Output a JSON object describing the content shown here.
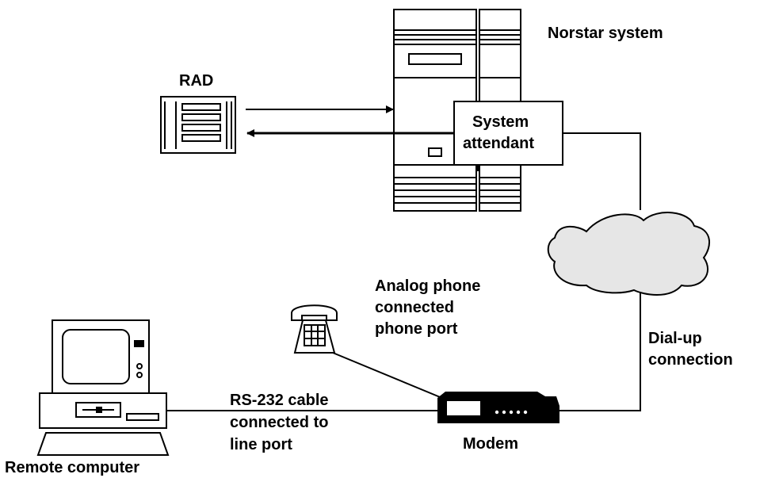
{
  "labels": {
    "norstar": "Norstar system",
    "rad": "RAD",
    "system_attendant": [
      "System",
      "attendant"
    ],
    "analog_phone": [
      "Analog phone",
      "connected",
      "phone port"
    ],
    "dialup": [
      "Dial-up",
      "connection"
    ],
    "rs232": [
      "RS-232 cable",
      "connected to",
      "line port"
    ],
    "modem": "Modem",
    "remote_computer": "Remote computer"
  },
  "icons": [
    "norstar-cabinet-icon",
    "rad-device-icon",
    "network-cloud-icon",
    "telephone-icon",
    "modem-icon",
    "computer-icon"
  ]
}
